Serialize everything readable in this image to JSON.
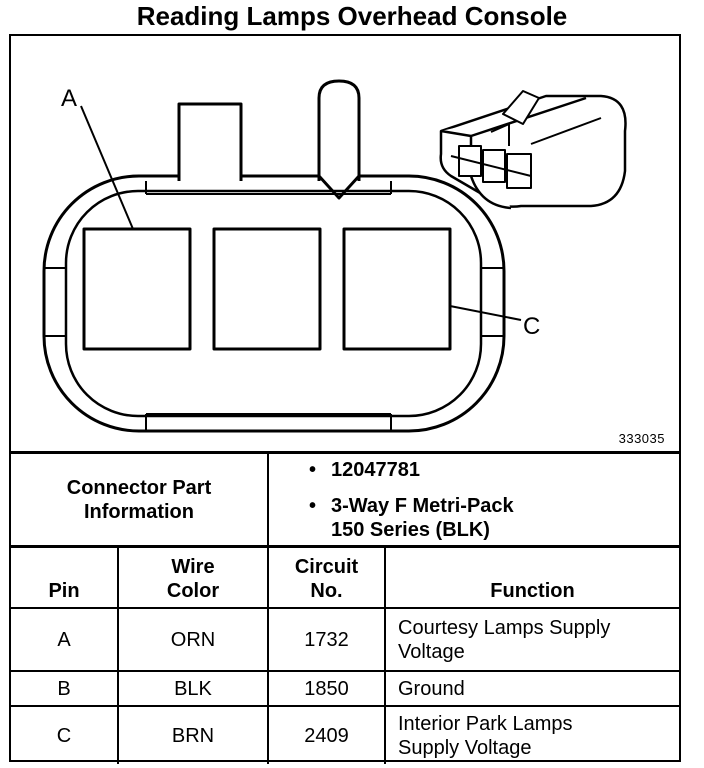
{
  "title": "Reading Lamps Overhead Console",
  "diagram": {
    "callouts": [
      "A",
      "C"
    ],
    "reference_number": "333035"
  },
  "connector_info": {
    "label_line1": "Connector Part",
    "label_line2": "Information",
    "bullet": "•",
    "items": [
      "12047781",
      "3-Way F Metri-Pack",
      "150 Series (BLK)"
    ]
  },
  "pin_table": {
    "headers": {
      "pin": "Pin",
      "wire_color_1": "Wire",
      "wire_color_2": "Color",
      "circuit_1": "Circuit",
      "circuit_2": "No.",
      "function": "Function"
    },
    "rows": [
      {
        "pin": "A",
        "wire_color": "ORN",
        "circuit": "1732",
        "function_1": "Courtesy Lamps Supply",
        "function_2": "Voltage"
      },
      {
        "pin": "B",
        "wire_color": "BLK",
        "circuit": "1850",
        "function_1": "Ground",
        "function_2": ""
      },
      {
        "pin": "C",
        "wire_color": "BRN",
        "circuit": "2409",
        "function_1": "Interior Park Lamps",
        "function_2": "Supply Voltage"
      }
    ]
  }
}
